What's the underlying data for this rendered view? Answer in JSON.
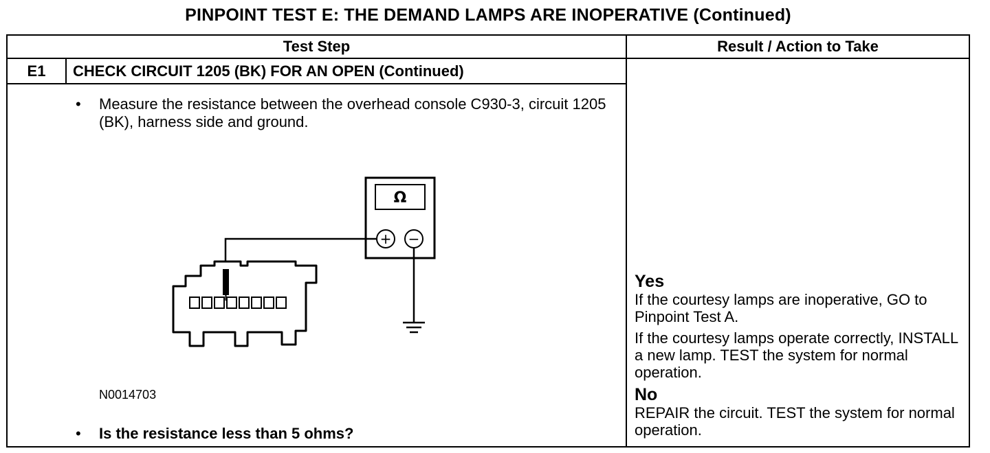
{
  "title": "PINPOINT TEST E: THE DEMAND LAMPS ARE INOPERATIVE (Continued)",
  "table": {
    "headers": {
      "test_step": "Test Step",
      "result": "Result / Action to Take"
    }
  },
  "step": {
    "id": "E1",
    "title": "CHECK CIRCUIT 1205 (BK) FOR AN OPEN (Continued)",
    "bullet": "•",
    "instruction": "Measure the resistance between the overhead console C930-3, circuit 1205 (BK), harness side and ground.",
    "figure": {
      "id": "N0014703",
      "meter_symbol": "Ω",
      "plus": "+",
      "minus": "−"
    },
    "question": "Is the resistance less than 5 ohms?"
  },
  "results": [
    {
      "label": "Yes",
      "actions": [
        "If the courtesy lamps are inoperative, GO to Pinpoint Test A.",
        "If the courtesy lamps operate correctly, INSTALL a new lamp. TEST the system for normal operation."
      ]
    },
    {
      "label": "No",
      "actions": [
        "REPAIR the circuit. TEST the system for normal operation."
      ]
    }
  ]
}
